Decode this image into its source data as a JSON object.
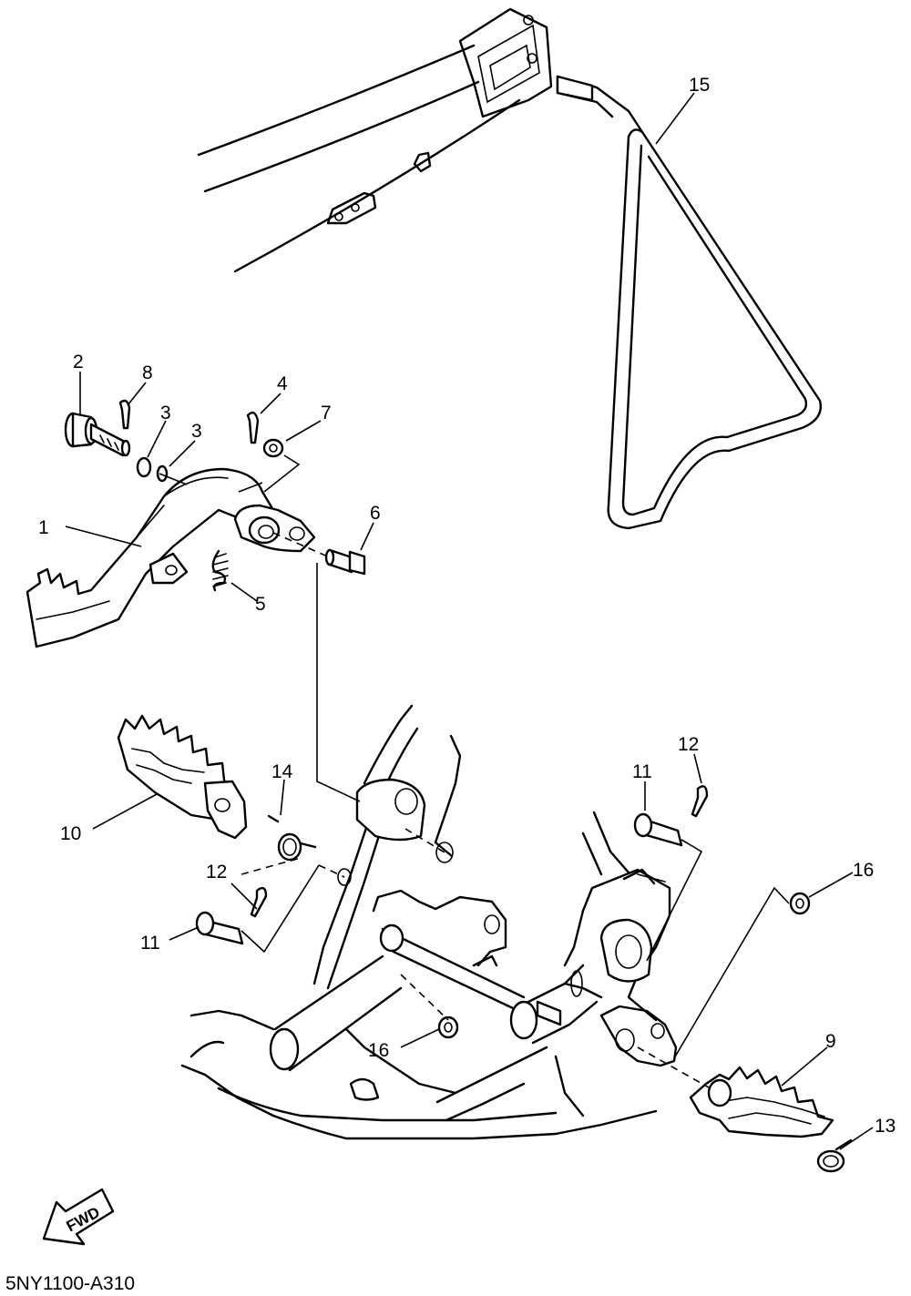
{
  "diagram_code": "5NY1100-A310",
  "fwd_label": "FWD",
  "callouts": [
    {
      "id": "c1",
      "text": "1"
    },
    {
      "id": "c2",
      "text": "2"
    },
    {
      "id": "c3a",
      "text": "3"
    },
    {
      "id": "c3b",
      "text": "3"
    },
    {
      "id": "c4",
      "text": "4"
    },
    {
      "id": "c5",
      "text": "5"
    },
    {
      "id": "c6",
      "text": "6"
    },
    {
      "id": "c7",
      "text": "7"
    },
    {
      "id": "c8",
      "text": "8"
    },
    {
      "id": "c9",
      "text": "9"
    },
    {
      "id": "c10",
      "text": "10"
    },
    {
      "id": "c11a",
      "text": "11"
    },
    {
      "id": "c11b",
      "text": "11"
    },
    {
      "id": "c12a",
      "text": "12"
    },
    {
      "id": "c12b",
      "text": "12"
    },
    {
      "id": "c13",
      "text": "13"
    },
    {
      "id": "c14",
      "text": "14"
    },
    {
      "id": "c15",
      "text": "15"
    },
    {
      "id": "c16a",
      "text": "16"
    },
    {
      "id": "c16b",
      "text": "16"
    }
  ]
}
